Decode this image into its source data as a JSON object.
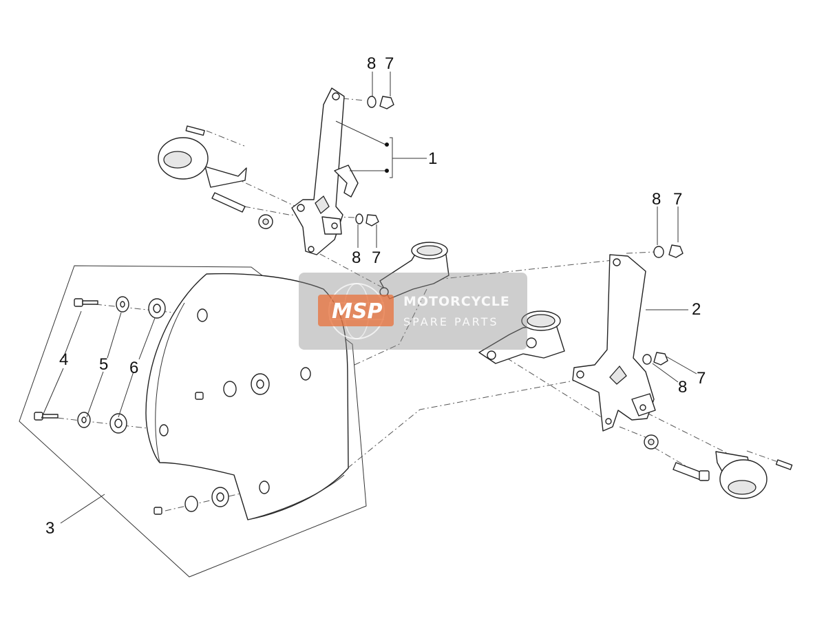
{
  "callouts": [
    "1",
    "2",
    "3",
    "4",
    "5",
    "6",
    "7",
    "8"
  ],
  "watermark": {
    "logo": "MSP",
    "line1": "MOTORCYCLE",
    "line2": "SPARE PARTS",
    "logo_color": "#e8703a"
  }
}
